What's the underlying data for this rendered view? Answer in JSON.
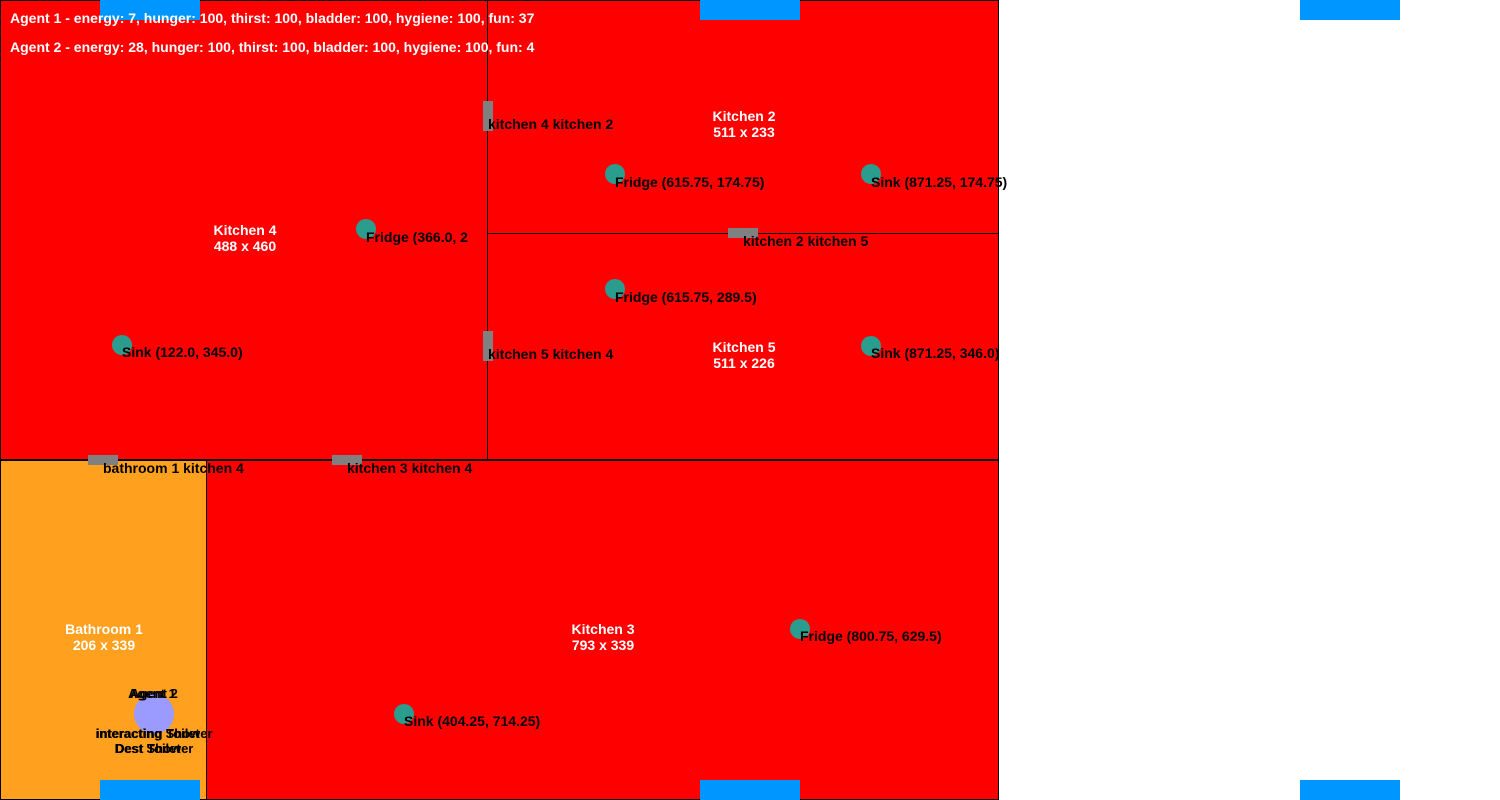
{
  "colors": {
    "kitchen": "#ff0000",
    "bathroom": "#ffa01e",
    "door": "#808080",
    "object": "#2a9d8f",
    "spawn": "#0096ff",
    "agent": "#9b9bff"
  },
  "status": [
    "Agent 1 - energy: 7, hunger: 100, thirst: 100, bladder: 100, hygiene: 100, fun: 37",
    "Agent 2 - energy: 28, hunger: 100, thirst: 100, bladder: 100, hygiene: 100, fun: 4"
  ],
  "rooms": [
    {
      "key": "kitchen-4",
      "type": "kitchen",
      "name": "Kitchen 4",
      "dims": "488 x 460"
    },
    {
      "key": "kitchen-2",
      "type": "kitchen",
      "name": "Kitchen 2",
      "dims": "511 x 233"
    },
    {
      "key": "kitchen-5",
      "type": "kitchen",
      "name": "Kitchen 5",
      "dims": "511 x 226"
    },
    {
      "key": "bathroom-1",
      "type": "bathroom",
      "name": "Bathroom 1",
      "dims": "206 x 339"
    },
    {
      "key": "kitchen-3",
      "type": "kitchen",
      "name": "Kitchen 3",
      "dims": "793 x 339"
    }
  ],
  "doors": [
    {
      "key": "kitchen4-kitchen2",
      "label": "kitchen 4 kitchen 2"
    },
    {
      "key": "kitchen2-kitchen5",
      "label": "kitchen 2 kitchen 5"
    },
    {
      "key": "kitchen5-kitchen4",
      "label": "kitchen 5 kitchen 4"
    },
    {
      "key": "bathroom1-kitchen4",
      "label": "bathroom 1 kitchen 4"
    },
    {
      "key": "kitchen3-kitchen4",
      "label": "kitchen 3 kitchen 4"
    }
  ],
  "objects": [
    {
      "key": "fridge-k4",
      "type": "fridge",
      "label": "Fridge (366.0, 2"
    },
    {
      "key": "sink-k4",
      "type": "sink",
      "label": "Sink (122.0, 345.0)"
    },
    {
      "key": "fridge-k2",
      "type": "fridge",
      "label": "Fridge (615.75, 174.75)"
    },
    {
      "key": "sink-k2",
      "type": "sink",
      "label": "Sink (871.25, 174.75)"
    },
    {
      "key": "fridge-k5",
      "type": "fridge",
      "label": "Fridge (615.75, 289.5)"
    },
    {
      "key": "sink-k5",
      "type": "sink",
      "label": "Sink (871.25, 346.0)"
    },
    {
      "key": "fridge-k3",
      "type": "fridge",
      "label": "Fridge (800.75, 629.5)"
    },
    {
      "key": "sink-k3",
      "type": "sink",
      "label": "Sink (404.25, 714.25)"
    }
  ],
  "agents": [
    {
      "key": "agent-1",
      "name": "Agent 1",
      "action": "interacting Toilet",
      "target": "Dest Toilet"
    },
    {
      "key": "agent-2",
      "name": "Agent 2",
      "action": "interacting Shower",
      "target": "Dest Shower"
    }
  ],
  "spawns": 6
}
